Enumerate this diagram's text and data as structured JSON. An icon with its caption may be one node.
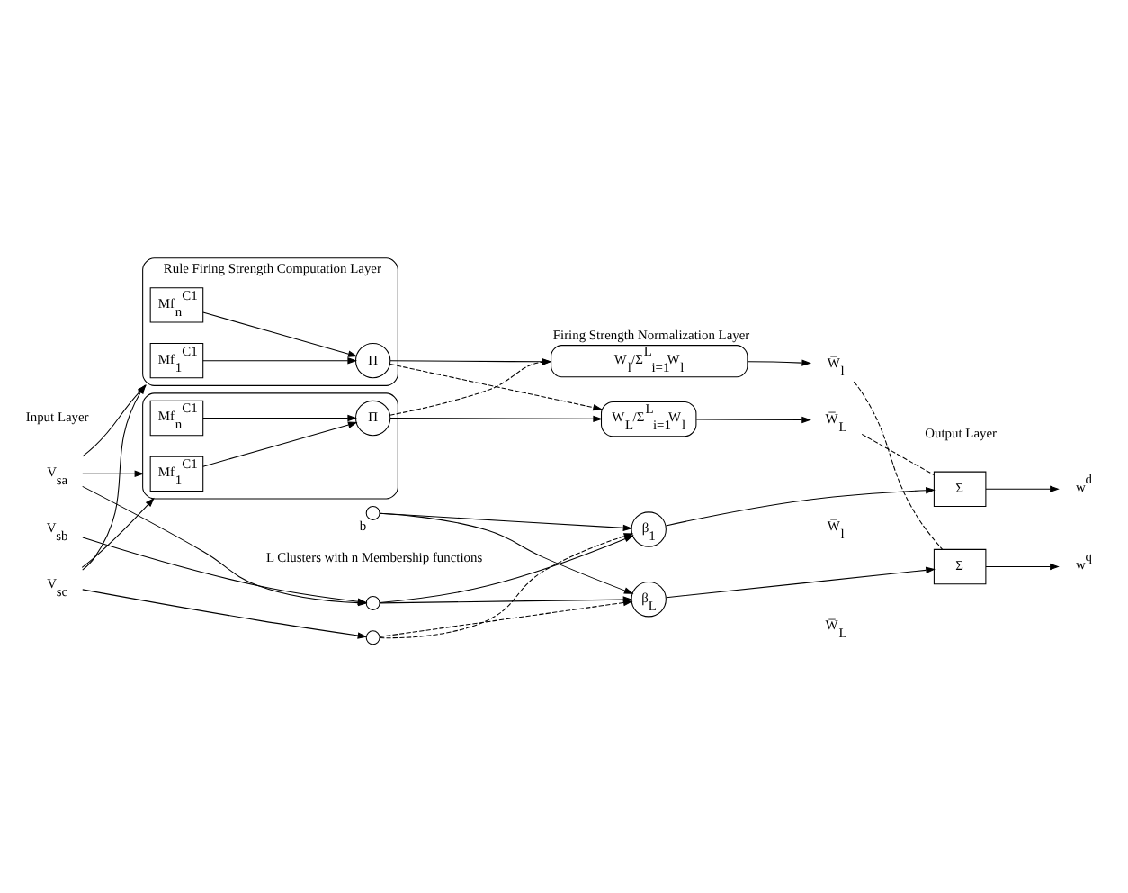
{
  "diagram": {
    "nodes": [
      {
        "text": [
          "V$_{sa}$"
        ]
      },
      {
        "text": [
          "V$_{sb}$"
        ]
      },
      {
        "text": [
          "V$_{sc}$"
        ]
      },
      {
        "text": [
          "Rule Firing Strength Computation Layer"
        ]
      },
      {
        "text": [
          "Mf$_{1}$$^{C1}$"
        ],
        "in": 3
      },
      {
        "text": [
          "Mf$_{n}$$^{C1}$"
        ],
        "in": 3
      },
      {
        "text": [
          "Π"
        ],
        "in": 3
      },
      {
        "text": [],
        "shape": "box"
      },
      {
        "text": [
          "Mf$_{1}$$^{C1}$"
        ],
        "in": 7
      },
      {
        "text": [
          "Mf$_{n}$$^{C1}$"
        ],
        "in": 7
      },
      {
        "text": [
          "Π"
        ],
        "in": 7
      },
      {
        "text": [
          "Firing Strength Normalization Layer",
          "W$_{l}$/Σ$^{L}$$_{i=1}$W$_{l}$"
        ]
      },
      {
        "text": [
          "W$_{L}$/Σ$^{L}$$_{i=1}$W$_{l}$"
        ]
      },
      {
        "text": [
          "W̅$_{l}$"
        ]
      },
      {
        "text": [
          "W̅$_{L}$"
        ]
      },
      {
        "text": [],
        "shape": "circle"
      },
      {
        "text": [],
        "shape": "circle"
      },
      {
        "text": [
          "β$_{1}$"
        ]
      },
      {
        "text": [
          "β$_{L}$"
        ]
      },
      {
        "text": [],
        "shape": "circle",
        "beside": [
          "b"
        ]
      },
      {
        "text": [
          "Σ"
        ]
      },
      {
        "text": [
          "Σ"
        ]
      },
      {
        "text": [
          "w$^{d}$"
        ]
      },
      {
        "text": [
          "w$^{q}$"
        ]
      }
    ],
    "edges": [
      {
        "from": 0,
        "to": 3,
        "arrow": "to"
      },
      {
        "from": 0,
        "to": 7,
        "arrow": "to"
      },
      {
        "from": 2,
        "to": 3,
        "arrow": "to"
      },
      {
        "from": 2,
        "to": 7,
        "arrow": "to"
      },
      {
        "from": 0,
        "to": 15,
        "arrow": "to"
      },
      {
        "from": 1,
        "to": 15,
        "arrow": "to"
      },
      {
        "from": 2,
        "to": 16,
        "arrow": "to"
      },
      {
        "from": 4,
        "to": 6,
        "arrow": "to"
      },
      {
        "from": 5,
        "to": 6,
        "arrow": "to"
      },
      {
        "from": 8,
        "to": 10,
        "arrow": "to"
      },
      {
        "from": 9,
        "to": 10,
        "arrow": "to"
      },
      {
        "from": 6,
        "to": 11,
        "arrow": "to"
      },
      {
        "from": 6,
        "to": 12,
        "arrow": "to",
        "style": "dashed"
      },
      {
        "from": 10,
        "to": 11,
        "arrow": "to",
        "style": "dashed"
      },
      {
        "from": 10,
        "to": 12,
        "arrow": "to"
      },
      {
        "from": 11,
        "to": 13,
        "arrow": "to"
      },
      {
        "from": 12,
        "to": 14,
        "arrow": "to"
      },
      {
        "from": 15,
        "to": 17,
        "arrow": "to"
      },
      {
        "from": 15,
        "to": 18,
        "arrow": "to"
      },
      {
        "from": 16,
        "to": 17,
        "arrow": "to",
        "style": "dashed"
      },
      {
        "from": 16,
        "to": 18,
        "arrow": "to",
        "style": "dashed"
      },
      {
        "from": 19,
        "to": 17,
        "arrow": "to"
      },
      {
        "from": 19,
        "to": 18,
        "arrow": "to"
      },
      {
        "from": 13,
        "to": 21,
        "arrow": "none",
        "style": "dashed"
      },
      {
        "from": 14,
        "to": 20,
        "arrow": "none",
        "style": "dashed"
      },
      {
        "from": 17,
        "to": 20,
        "arrow": "to"
      },
      {
        "from": 18,
        "to": 21,
        "arrow": "to"
      },
      {
        "from": 20,
        "to": 22,
        "arrow": "to"
      },
      {
        "from": 21,
        "to": 23,
        "arrow": "to"
      }
    ],
    "labels": [
      "Input Layer",
      "L Clusters with n Membership functions",
      "W̅$_{l}$",
      "W̅$_{L}$",
      "Output Layer"
    ]
  }
}
